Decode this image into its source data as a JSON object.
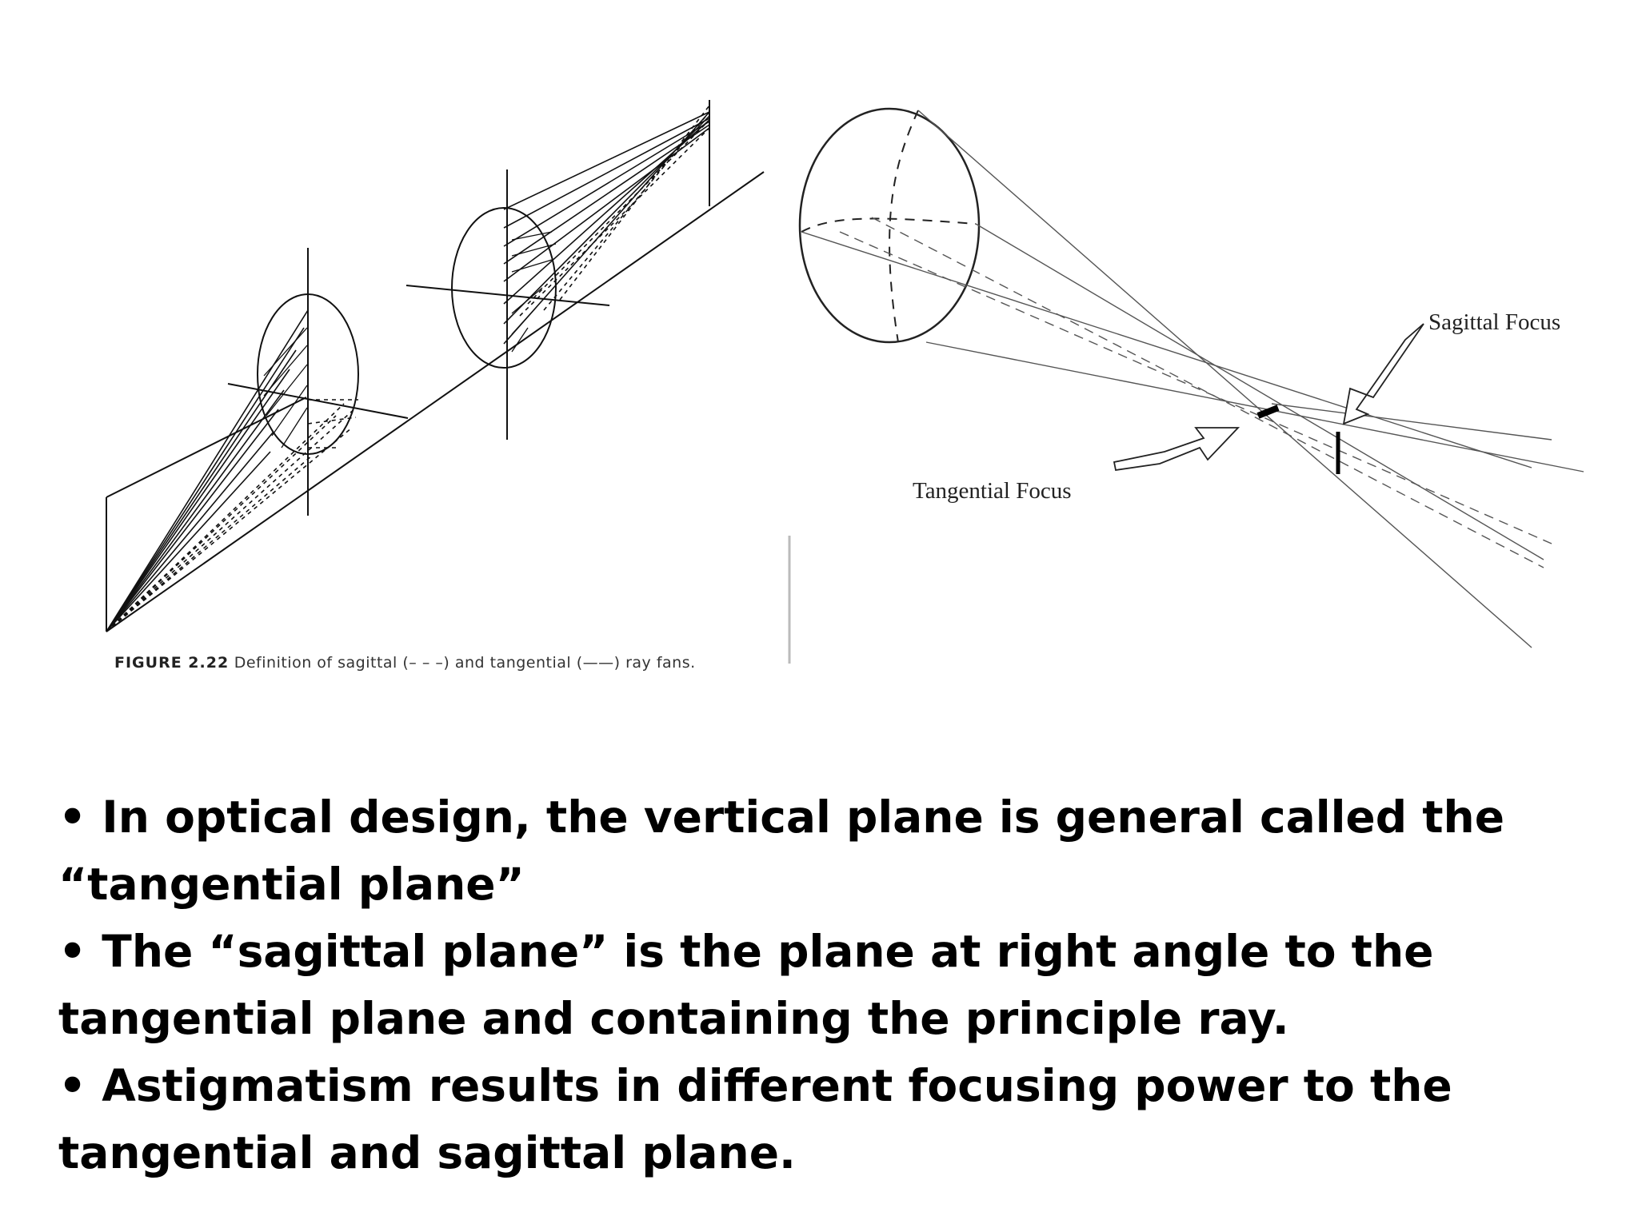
{
  "left_figure": {
    "caption_number": "FIGURE 2.22",
    "caption_text": "Definition of sagittal (– – –) and tangential (——) ray fans."
  },
  "right_figure": {
    "sagittal_focus_label": "Sagittal Focus",
    "tangential_focus_label": "Tangential Focus"
  },
  "bullets": [
    "• In optical design, the vertical plane is general called the “tangential plane”",
    "• The “sagittal plane” is the plane at right angle to the tangential plane and containing the principle ray.",
    "• Astigmatism results in different focusing power to the tangential and sagittal plane."
  ]
}
